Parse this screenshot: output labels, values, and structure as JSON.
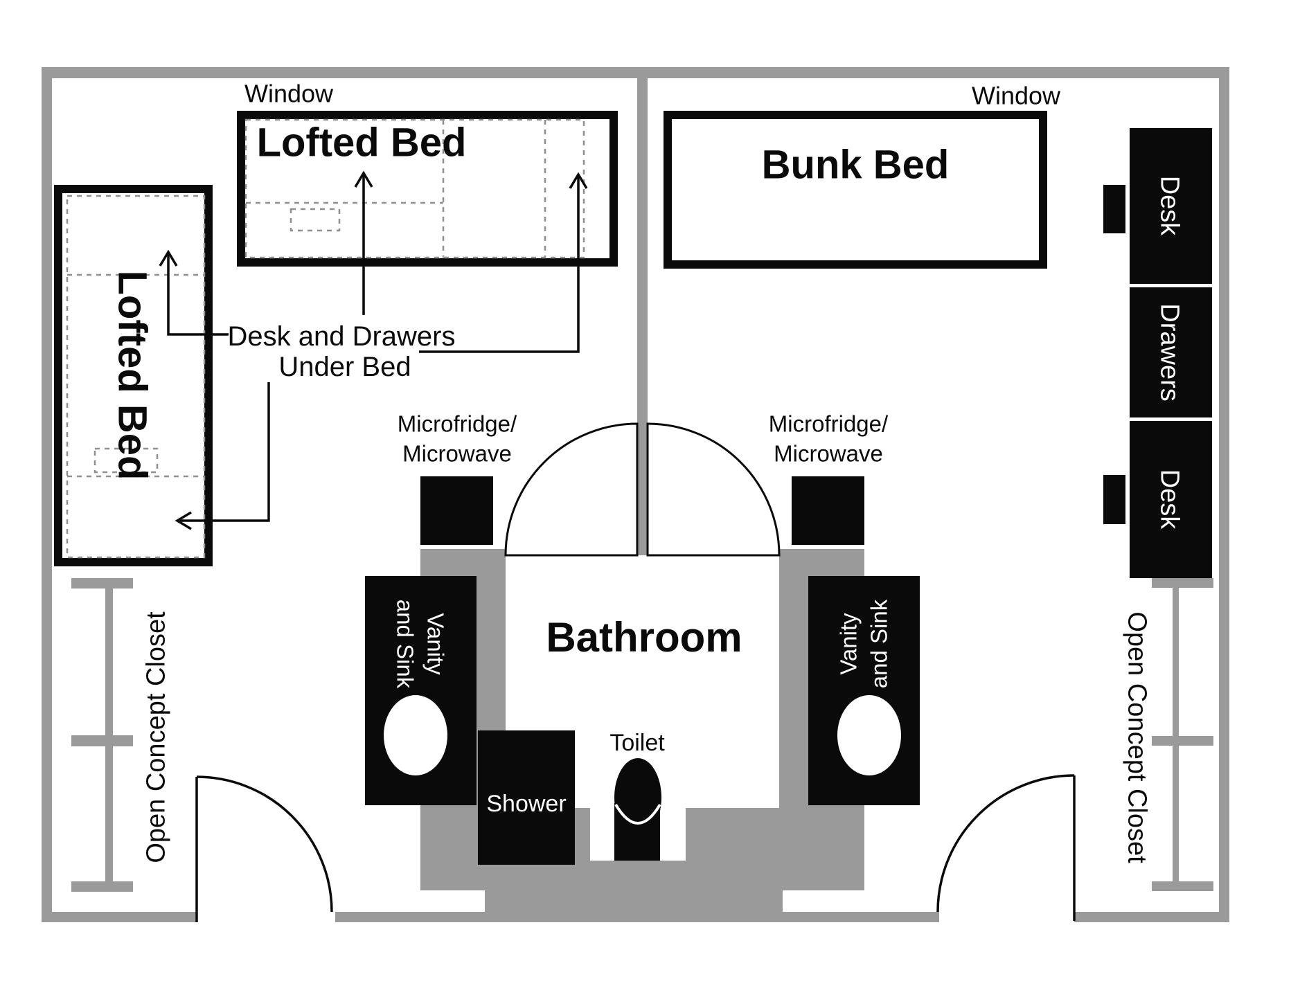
{
  "plan": {
    "title_note": "Dorm room floor plan",
    "labels": {
      "window_left": "Window",
      "window_right": "Window",
      "lofted_bed_top": "Lofted Bed",
      "lofted_bed_left": "Lofted Bed",
      "bunk_bed": "Bunk Bed",
      "bathroom": "Bathroom",
      "shower": "Shower",
      "toilet": "Toilet",
      "vanity_left": {
        "line1": "Vanity",
        "line2": "and Sink"
      },
      "vanity_right": {
        "line1": "Vanity",
        "line2": "and Sink"
      },
      "microfridge_left": {
        "line1": "Microfridge/",
        "line2": "Microwave"
      },
      "microfridge_right": {
        "line1": "Microfridge/",
        "line2": "Microwave"
      },
      "closet_left": "Open Concept Closet",
      "closet_right": "Open Concept Closet",
      "desk_top": "Desk",
      "drawers": "Drawers",
      "desk_bottom": "Desk",
      "annotation": {
        "line1": "Desk and Drawers",
        "line2": "Under Bed"
      }
    },
    "colors": {
      "wall": "#9a9a9a",
      "furniture": "#0a0a0a",
      "dashed": "#8f8f8f",
      "background": "#ffffff"
    }
  }
}
